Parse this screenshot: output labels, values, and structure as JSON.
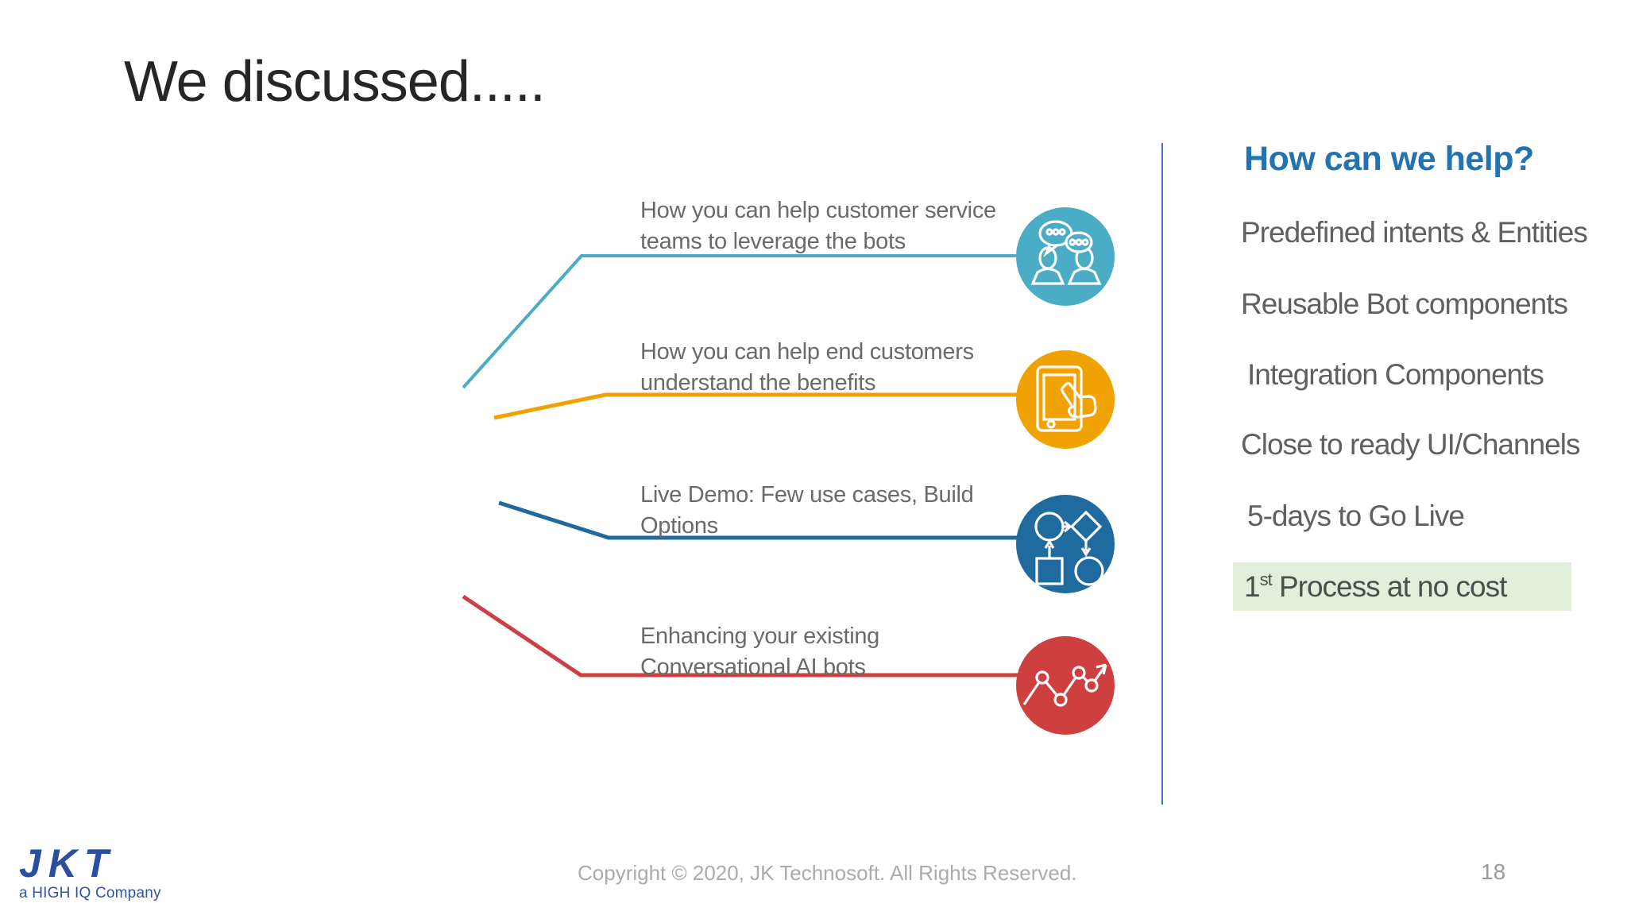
{
  "slide": {
    "title": "We discussed.....",
    "discussion": {
      "items": [
        {
          "text": "How you can help customer service\nteams to leverage the bots",
          "icon": "chat-people-icon",
          "color": "#4BACC6"
        },
        {
          "text": "How you can help end customers\nunderstand the benefits",
          "icon": "tablet-touch-icon",
          "color": "#F0A202"
        },
        {
          "text": "Live Demo: Few use cases, Build\nOptions",
          "icon": "flowchart-icon",
          "color": "#1F6A9E"
        },
        {
          "text": "Enhancing your existing\nConversational AI bots",
          "icon": "trend-chart-icon",
          "color": "#CE4040"
        }
      ]
    },
    "help_panel": {
      "heading": "How can we help?",
      "heading_color": "#2273AE",
      "items": [
        "Predefined intents & Entities",
        "Reusable Bot components",
        "Integration Components",
        "Close to ready UI/Channels",
        "5-days to Go Live"
      ],
      "highlighted_item": {
        "number": "1",
        "ordinal_suffix": "st",
        "text": " Process at no cost",
        "highlight_color": "#E2EFDA"
      }
    },
    "footer": {
      "logo_text": "JKT",
      "logo_tagline": "a HIGH IQ Company",
      "copyright": "Copyright © 2020, JK Technosoft. All Rights Reserved.",
      "page_number": "18"
    }
  }
}
